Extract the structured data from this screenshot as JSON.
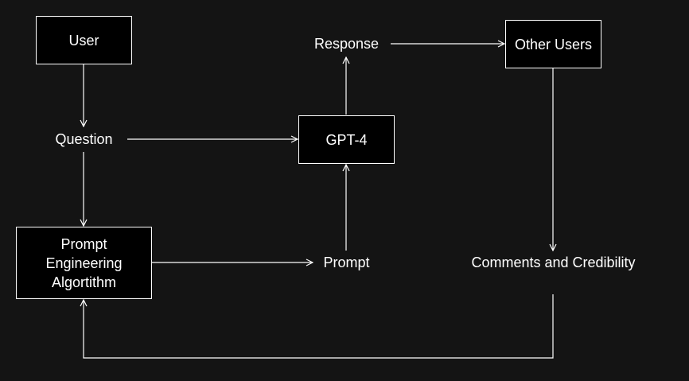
{
  "nodes": {
    "user": "User",
    "question": "Question",
    "prompt_engineering": "Prompt\nEngineering\nAlgortithm",
    "prompt": "Prompt",
    "gpt4": "GPT-4",
    "response": "Response",
    "other_users": "Other Users",
    "comments": "Comments and Credibility"
  },
  "colors": {
    "background": "#141414",
    "box_fill": "#000000",
    "stroke": "#ffffff",
    "text": "#ffffff"
  }
}
